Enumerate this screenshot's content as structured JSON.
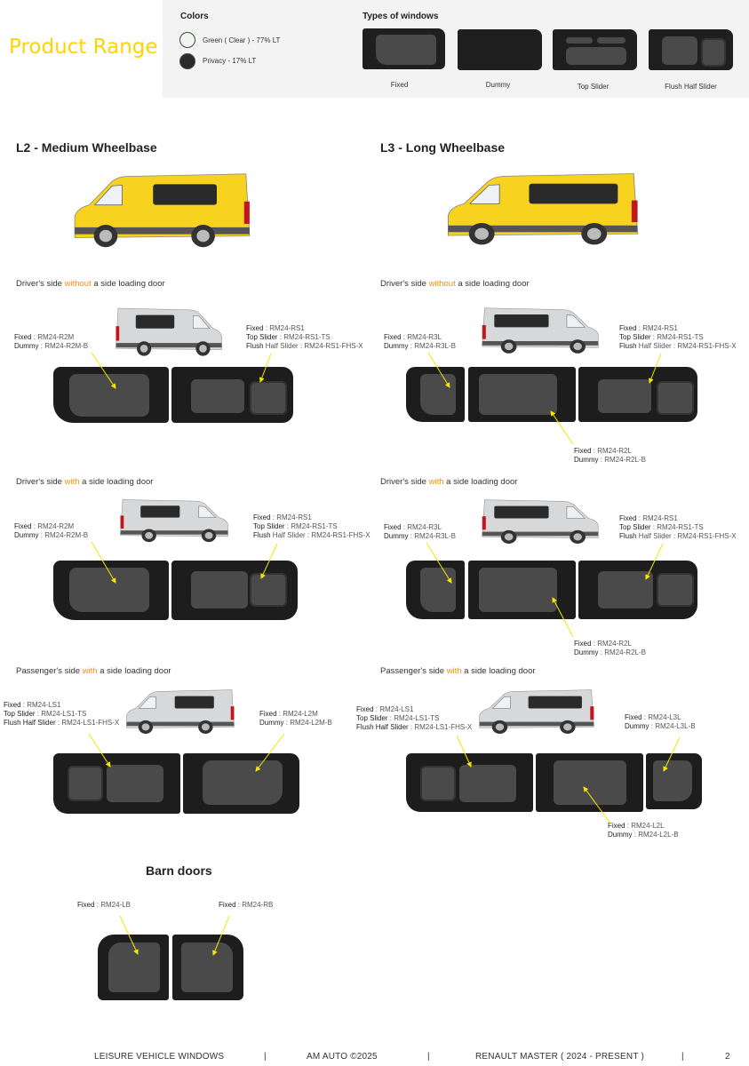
{
  "header": {
    "title": "Product Range",
    "colors_heading": "Colors",
    "colors": [
      {
        "label": "Green ( Clear ) - 77% LT",
        "swatch": "#eef6ee"
      },
      {
        "label": "Privacy - 17% LT",
        "swatch": "#2a2a2a"
      }
    ],
    "types_heading": "Types of windows",
    "types": [
      "Fixed",
      "Dummy",
      "Top Slider",
      "Flush Half Slider"
    ]
  },
  "colors": {
    "accent": "#ffd400",
    "highlight": "#f29400",
    "arrow": "#f5e600",
    "panel": "#1d1d1d",
    "glass": "#4a4a4a"
  },
  "l2": {
    "title": "L2 - Medium Wheelbase",
    "without": {
      "label": {
        "pre": "Driver's side ",
        "hl": "without",
        "post": " a side loading door"
      },
      "left_labels": [
        {
          "k": "Fixed",
          "v": " : RM24-R2M"
        },
        {
          "k": "Dummy",
          "v": " : RM24-R2M-B"
        }
      ],
      "right_labels": [
        {
          "k": "Fixed",
          "v": " : RM24-RS1"
        },
        {
          "k": "Top Slider",
          "v": " : RM24-RS1-TS"
        },
        {
          "k": "Flush",
          "v": " Half Slider : RM24-RS1-FHS-X"
        }
      ]
    },
    "with": {
      "label": {
        "pre": "Driver's side ",
        "hl": "with",
        "post": " a side loading door"
      },
      "left_labels": [
        {
          "k": "Fixed",
          "v": " : RM24-R2M"
        },
        {
          "k": "Dummy",
          "v": " : RM24-R2M-B"
        }
      ],
      "right_labels": [
        {
          "k": "Fixed",
          "v": " : RM24-RS1"
        },
        {
          "k": "Top Slider",
          "v": " : RM24-RS1-TS"
        },
        {
          "k": "Flush",
          "v": " Half Slider : RM24-RS1-FHS-X"
        }
      ]
    },
    "passenger": {
      "label": {
        "pre": "Passenger's side ",
        "hl": "with",
        "post": " a side loading door"
      },
      "left_labels": [
        {
          "k": "Fixed",
          "v": " : RM24-LS1"
        },
        {
          "k": "Top Slider",
          "v": " : RM24-LS1-TS"
        },
        {
          "k": "Flush Half Slider",
          "v": " : RM24-LS1-FHS-X"
        }
      ],
      "right_labels": [
        {
          "k": "Fixed",
          "v": " : RM24-L2M"
        },
        {
          "k": "Dummy",
          "v": " : RM24-L2M-B"
        }
      ]
    }
  },
  "l3": {
    "title": "L3 - Long Wheelbase",
    "without": {
      "label": {
        "pre": "Driver's side ",
        "hl": "without",
        "post": " a side loading door"
      },
      "left_labels": [
        {
          "k": "Fixed",
          "v": " : RM24-R3L"
        },
        {
          "k": "Dummy",
          "v": " : RM24-R3L-B"
        }
      ],
      "right_labels": [
        {
          "k": "Fixed",
          "v": " : RM24-RS1"
        },
        {
          "k": "Top Slider",
          "v": " : RM24-RS1-TS"
        },
        {
          "k": "Flush",
          "v": " Half Slider : RM24-RS1-FHS-X"
        }
      ],
      "bottom_labels": [
        {
          "k": "Fixed",
          "v": " : RM24-R2L"
        },
        {
          "k": "Dummy",
          "v": " : RM24-R2L-B"
        }
      ]
    },
    "with": {
      "label": {
        "pre": "Driver's side ",
        "hl": "with",
        "post": " a side loading door"
      },
      "left_labels": [
        {
          "k": "Fixed",
          "v": " : RM24-R3L"
        },
        {
          "k": "Dummy",
          "v": " : RM24-R3L-B"
        }
      ],
      "right_labels": [
        {
          "k": "Fixed",
          "v": " : RM24-RS1"
        },
        {
          "k": "Top Slider",
          "v": " : RM24-RS1-TS"
        },
        {
          "k": "Flush",
          "v": " Half Slider : RM24-RS1-FHS-X"
        }
      ],
      "bottom_labels": [
        {
          "k": "Fixed",
          "v": " : RM24-R2L"
        },
        {
          "k": "Dummy",
          "v": " : RM24-R2L-B"
        }
      ]
    },
    "passenger": {
      "label": {
        "pre": "Passenger's side ",
        "hl": "with",
        "post": " a side loading door"
      },
      "left_labels": [
        {
          "k": "Fixed",
          "v": " : RM24-LS1"
        },
        {
          "k": "Top Slider",
          "v": " : RM24-LS1-TS"
        },
        {
          "k": "Flush Half Slider",
          "v": " : RM24-LS1-FHS-X"
        }
      ],
      "right_labels": [
        {
          "k": "Fixed",
          "v": " : RM24-L3L"
        },
        {
          "k": "Dummy",
          "v": " : RM24-L3L-B"
        }
      ],
      "bottom_labels": [
        {
          "k": "Fixed",
          "v": " : RM24-L2L"
        },
        {
          "k": "Dummy",
          "v": " : RM24-L2L-B"
        }
      ]
    }
  },
  "barn": {
    "title": "Barn doors",
    "left_labels": [
      {
        "k": "Fixed",
        "v": " : RM24-LB"
      }
    ],
    "right_labels": [
      {
        "k": "Fixed",
        "v": " : RM24-RB"
      }
    ]
  },
  "footer": {
    "left": "LEISURE VEHICLE WINDOWS",
    "sep": "|",
    "center": "AM AUTO  ©2025",
    "right": "RENAULT MASTER ( 2024 - PRESENT )",
    "page": "2"
  }
}
